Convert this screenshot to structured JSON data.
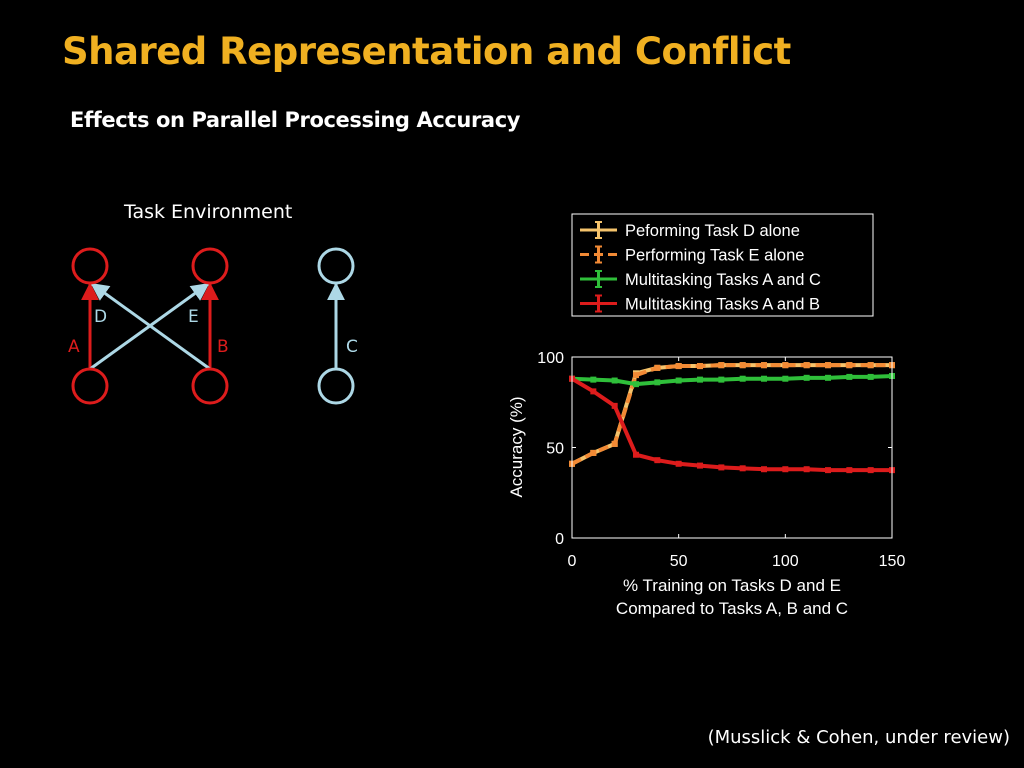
{
  "slide": {
    "title": "Shared Representation and Conflict",
    "subtitle": "Effects on Parallel Processing Accuracy",
    "citation": "(Musslick & Cohen, under review)"
  },
  "diagram": {
    "title": "Task Environment",
    "labels": {
      "A": "A",
      "B": "B",
      "C": "C",
      "D": "D",
      "E": "E"
    },
    "colors": {
      "shared": "#dd1c1c",
      "independent": "#add8e6"
    }
  },
  "chart_data": {
    "type": "line",
    "xlabel": [
      "% Training on Tasks D and E",
      "Compared to Tasks A, B and C"
    ],
    "ylabel": "Accuracy (%)",
    "xlim": [
      0,
      150
    ],
    "ylim": [
      0,
      100
    ],
    "xticks": [
      0,
      50,
      100,
      150
    ],
    "yticks": [
      0,
      50,
      100
    ],
    "grid": false,
    "legend_position": "top",
    "series": [
      {
        "name": "Peforming Task D alone",
        "color": "#f5c36b",
        "dashed": false,
        "x": [
          0,
          10,
          20,
          30,
          40,
          50,
          60,
          70,
          80,
          90,
          100,
          110,
          120,
          130,
          140,
          150
        ],
        "y": [
          41,
          47,
          52,
          91,
          94,
          95,
          95,
          95.5,
          95.5,
          95.5,
          95.5,
          95.5,
          95.5,
          95.5,
          95.5,
          95.5
        ]
      },
      {
        "name": "Performing Task E alone",
        "color": "#f28a35",
        "dashed": true,
        "x": [
          0,
          10,
          20,
          30,
          40,
          50,
          60,
          70,
          80,
          90,
          100,
          110,
          120,
          130,
          140,
          150
        ],
        "y": [
          41,
          47,
          52,
          90,
          94,
          95,
          95,
          95.5,
          95.5,
          95.5,
          95.5,
          95.5,
          95.5,
          95.5,
          95.5,
          95.5
        ]
      },
      {
        "name": "Multitasking Tasks A and C",
        "color": "#2fbf3a",
        "dashed": false,
        "x": [
          0,
          10,
          20,
          30,
          40,
          50,
          60,
          70,
          80,
          90,
          100,
          110,
          120,
          130,
          140,
          150
        ],
        "y": [
          88,
          87.5,
          87,
          85,
          86,
          87,
          87.5,
          87.5,
          88,
          88,
          88,
          88.5,
          88.5,
          89,
          89,
          89.5
        ]
      },
      {
        "name": "Multitasking Tasks A and B",
        "color": "#dd1c1c",
        "dashed": false,
        "x": [
          0,
          10,
          20,
          30,
          40,
          50,
          60,
          70,
          80,
          90,
          100,
          110,
          120,
          130,
          140,
          150
        ],
        "y": [
          88,
          81,
          73,
          46,
          43,
          41,
          40,
          39,
          38.5,
          38,
          38,
          38,
          37.5,
          37.5,
          37.5,
          37.5
        ]
      }
    ]
  }
}
